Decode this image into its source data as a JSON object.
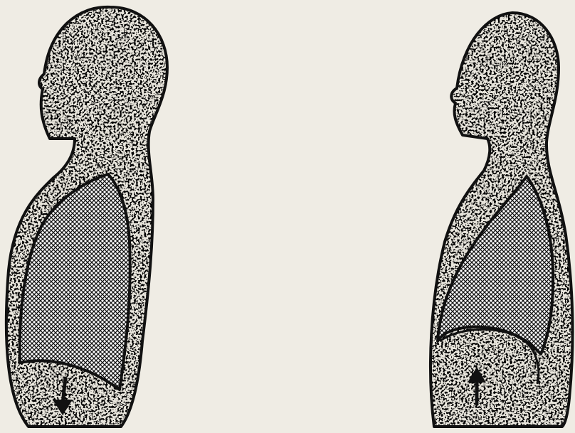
{
  "figure": {
    "panels": [
      {
        "id": "inhale",
        "arrow": "down"
      },
      {
        "id": "exhale",
        "arrow": "up"
      }
    ]
  },
  "colors": {
    "paper": "#efece4",
    "ink": "#111111",
    "speckle_fill": "#e6e3da"
  },
  "icons": {
    "body": "human-torso-silhouette",
    "lung": "crosshatched-lung",
    "arrow_down": "arrow-down-icon",
    "arrow_up": "arrow-up-icon"
  }
}
